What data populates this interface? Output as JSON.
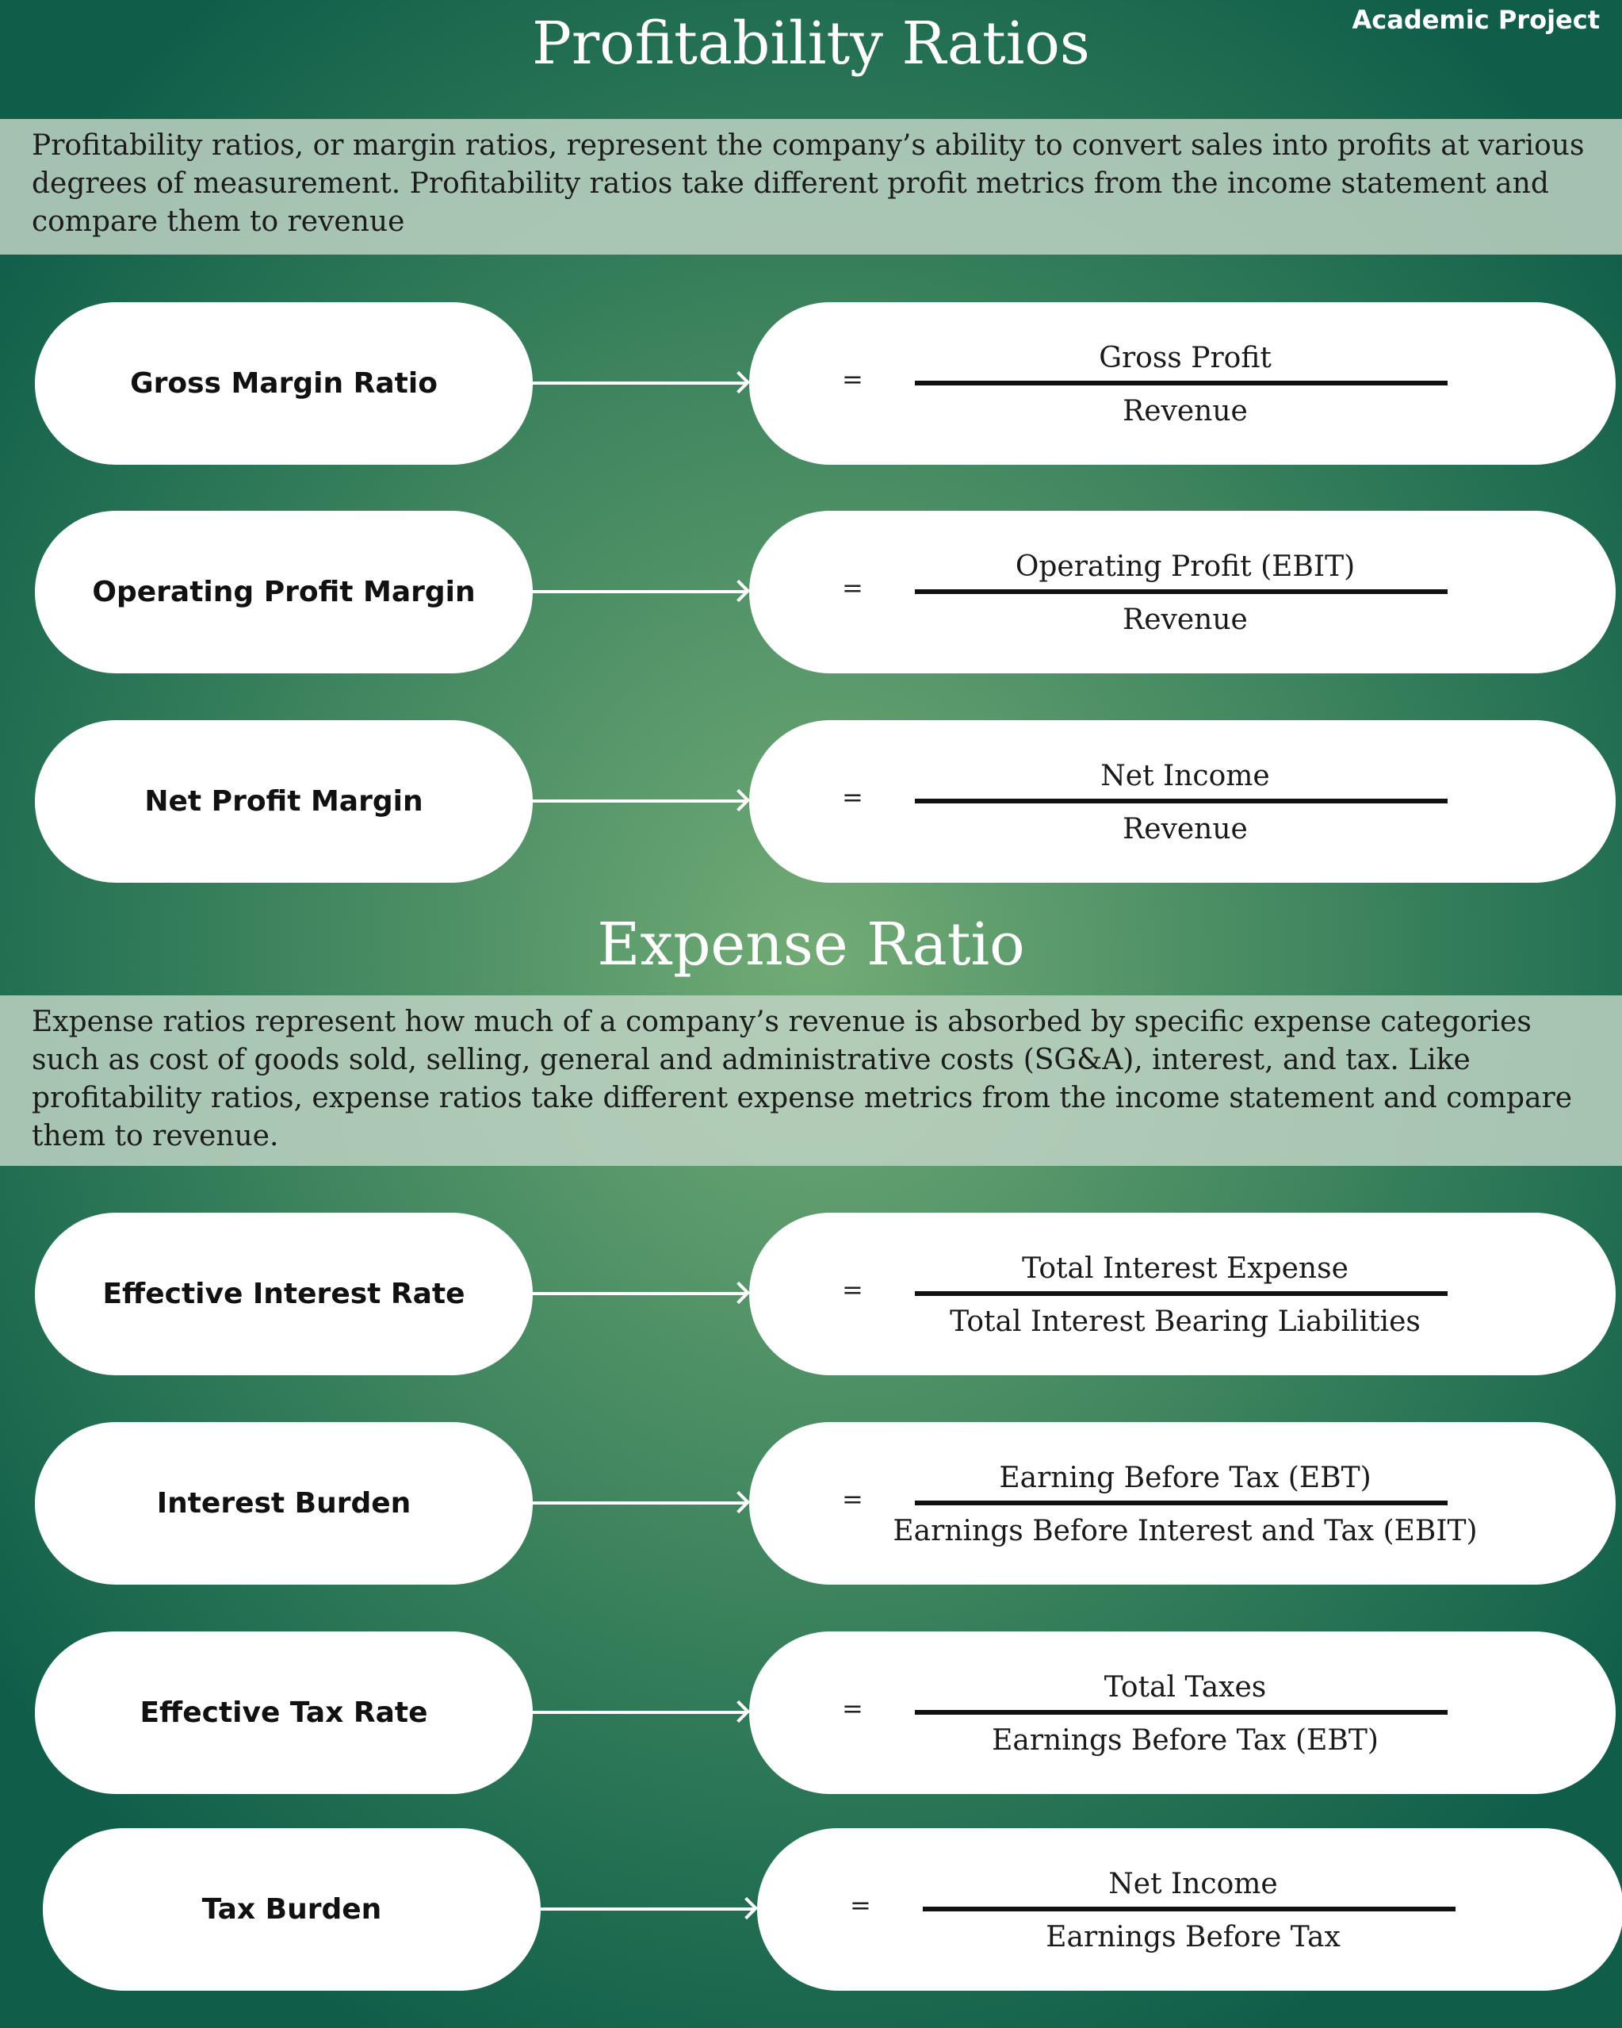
{
  "header": {
    "title": "Profitability Ratios",
    "tag": "Academic Project"
  },
  "profitability": {
    "description": "Profitability ratios, or margin ratios, represent the company’s ability to convert sales into profits at various degrees of measurement. Profitability ratios take different profit metrics from the income statement and compare them to revenue",
    "rows": [
      {
        "label": "Gross Margin Ratio",
        "eq": "=",
        "numerator": "Gross Profit",
        "denominator": "Revenue"
      },
      {
        "label": "Operating Profit Margin",
        "eq": "=",
        "numerator": "Operating Profit (EBIT)",
        "denominator": "Revenue"
      },
      {
        "label": "Net Profit Margin",
        "eq": "=",
        "numerator": "Net Income",
        "denominator": "Revenue"
      }
    ]
  },
  "expense": {
    "title": "Expense Ratio",
    "description": "Expense ratios represent how much of a company’s revenue is absorbed by specific expense categories such as cost of goods sold, selling, general and administrative costs (SG&A), interest, and tax. Like profitability ratios, expense ratios take different expense metrics from the income statement and compare them to revenue.",
    "rows": [
      {
        "label": "Effective Interest Rate",
        "eq": "=",
        "numerator": "Total Interest Expense",
        "denominator": "Total Interest Bearing Liabilities"
      },
      {
        "label": "Interest Burden",
        "eq": "=",
        "numerator": "Earning Before  Tax (EBT)",
        "denominator": "Earnings Before Interest and Tax (EBIT)"
      },
      {
        "label": "Effective Tax Rate",
        "eq": "=",
        "numerator": "Total Taxes",
        "denominator": "Earnings Before Tax (EBT)"
      },
      {
        "label": "Tax Burden",
        "eq": "=",
        "numerator": "Net Income",
        "denominator": "Earnings Before Tax"
      }
    ]
  }
}
